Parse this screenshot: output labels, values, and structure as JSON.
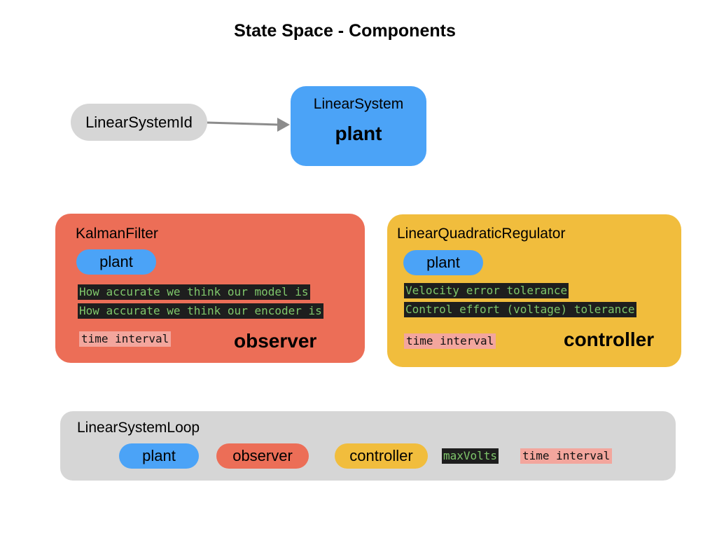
{
  "title": "State Space - Components",
  "colors": {
    "plant": "#4ba3f7",
    "observer": "#ec6e57",
    "controller": "#f1bd3d",
    "neutral": "#d6d6d6",
    "code_bg": "#1e1e1e",
    "code_fg": "#7fc76b",
    "param_bg": "#f3a69d"
  },
  "sysid": {
    "label": "LinearSystemId"
  },
  "linear_system": {
    "label": "LinearSystem",
    "role": "plant"
  },
  "kalman": {
    "label": "KalmanFilter",
    "plant": "plant",
    "param1": "How accurate we think our model is",
    "param2": "How accurate we think our encoder is",
    "time": "time interval",
    "role": "observer"
  },
  "lqr": {
    "label": "LinearQuadraticRegulator",
    "plant": "plant",
    "param1": "Velocity error tolerance",
    "param2": "Control effort (voltage) tolerance",
    "time": "time interval",
    "role": "controller"
  },
  "loop": {
    "label": "LinearSystemLoop",
    "plant": "plant",
    "observer": "observer",
    "controller": "controller",
    "max_volts": "maxVolts",
    "time": "time interval"
  }
}
